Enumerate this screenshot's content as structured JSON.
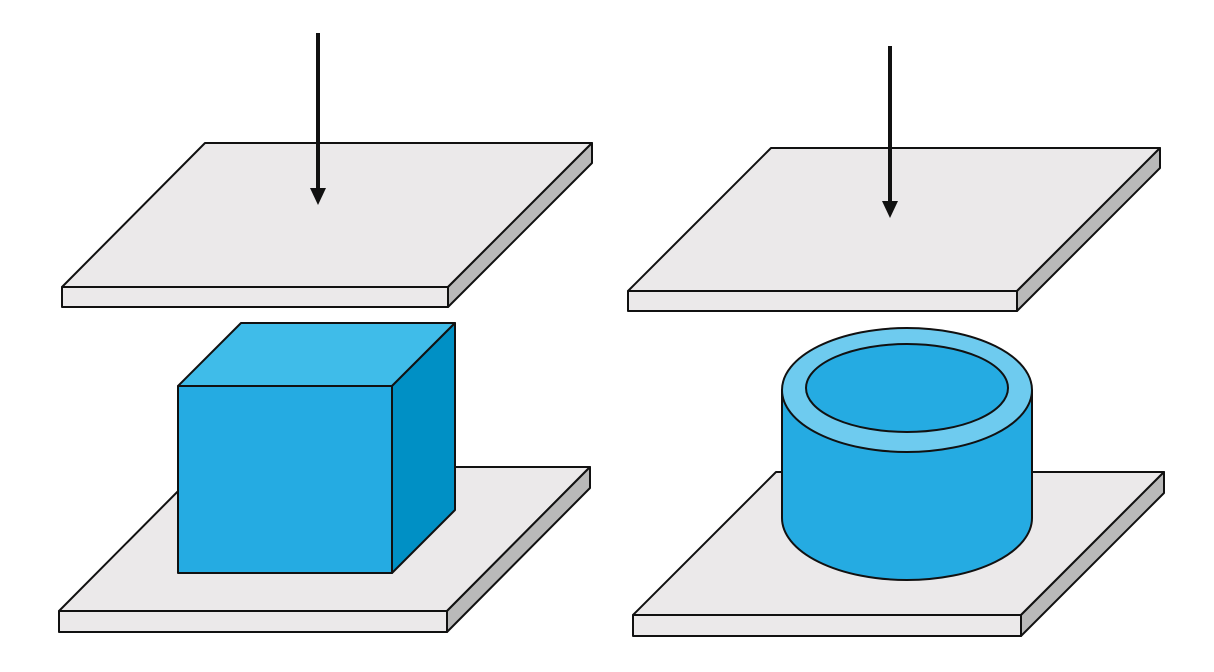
{
  "diagram": {
    "panels": [
      {
        "name": "cube-compression",
        "specimen": "cube"
      },
      {
        "name": "hollow-cylinder-compression",
        "specimen": "hollow-cylinder"
      }
    ]
  },
  "colors": {
    "plate_top": "#ebe9ea",
    "plate_side": "#b9b9b9",
    "specimen_front": "#25abe2",
    "specimen_top": "#3fbce9",
    "specimen_side": "#0090c5",
    "cylinder_rim": "#6ecbef",
    "arrow": "#111111"
  }
}
